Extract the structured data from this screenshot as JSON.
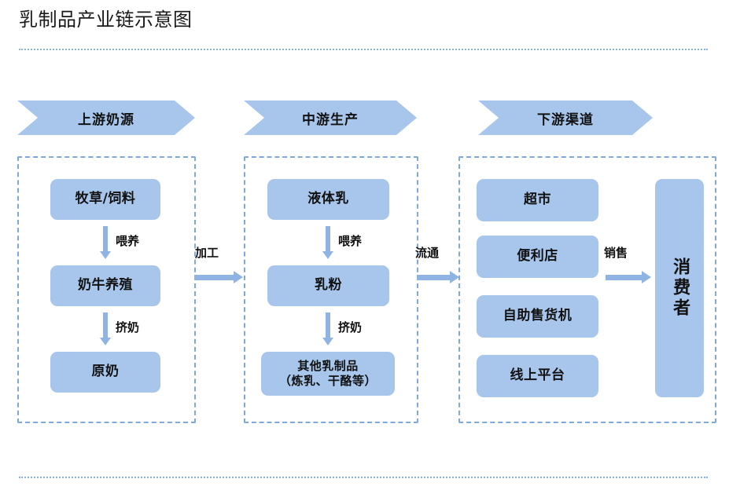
{
  "page": {
    "title": "乳制品产业链示意图"
  },
  "colors": {
    "node_fill": "#a8c6ec",
    "banner_fill": "#a8c6ec",
    "dashed_border": "#7fa8e0",
    "arrow": "#8fb4e4",
    "rule": "#8ab0e8",
    "text": "#111111"
  },
  "stages": [
    {
      "id": "upstream",
      "banner": "上游奶源",
      "nodes": [
        {
          "label": "牧草/饲料"
        },
        {
          "label": "奶牛养殖"
        },
        {
          "label": "原奶"
        }
      ],
      "step_labels": [
        "喂养",
        "挤奶"
      ]
    },
    {
      "id": "midstream",
      "banner": "中游生产",
      "nodes": [
        {
          "label": "液体乳"
        },
        {
          "label": "乳粉"
        },
        {
          "label": "其他乳制品\n（炼乳、干酪等）"
        }
      ],
      "step_labels": [
        "喂养",
        "挤奶"
      ]
    },
    {
      "id": "downstream",
      "banner": "下游渠道",
      "nodes": [
        {
          "label": "超市"
        },
        {
          "label": "便利店"
        },
        {
          "label": "自助售货机"
        },
        {
          "label": "线上平台"
        }
      ],
      "terminal": {
        "label": "消费者"
      }
    }
  ],
  "connectors": [
    {
      "id": "processing",
      "label": "加工",
      "from": "upstream",
      "to": "midstream"
    },
    {
      "id": "distribution",
      "label": "流通",
      "from": "midstream",
      "to": "downstream"
    },
    {
      "id": "sales",
      "label": "销售",
      "from": "downstream",
      "to": "consumer"
    }
  ]
}
